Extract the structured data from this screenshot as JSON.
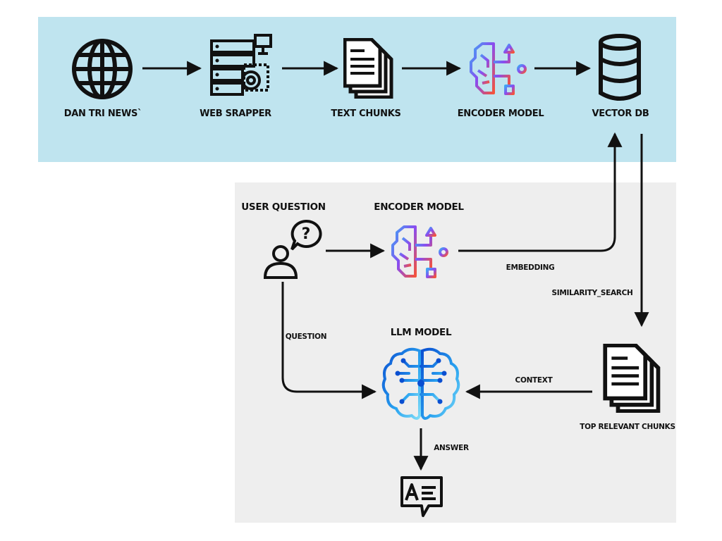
{
  "colors": {
    "ingest_panel": "#bfe4ef",
    "query_panel": "#eeeeee",
    "stroke": "#111111",
    "encoder_gradient": [
      "#3fa7f5",
      "#8a4cf0",
      "#f5533a"
    ],
    "llm_gradient": [
      "#0a4fd1",
      "#29a3f0",
      "#7fdcf7"
    ]
  },
  "pipeline": {
    "nodes": [
      {
        "label": "DAN TRI NEWS`",
        "icon": "globe-icon"
      },
      {
        "label": "WEB SRAPPER",
        "icon": "server-gear-icon"
      },
      {
        "label": "TEXT CHUNKS",
        "icon": "documents-icon"
      },
      {
        "label": "ENCODER MODEL",
        "icon": "encoder-icon"
      },
      {
        "label": "VECTOR DB",
        "icon": "database-icon"
      }
    ]
  },
  "query": {
    "user_question": {
      "label": "USER QUESTION",
      "icon": "user-question-icon"
    },
    "encoder": {
      "label": "ENCODER MODEL",
      "icon": "encoder-icon"
    },
    "llm": {
      "label": "LLM MODEL",
      "icon": "brain-circuit-icon"
    },
    "top_chunks": {
      "label": "TOP RELEVANT CHUNKS",
      "icon": "documents-icon"
    },
    "answer": {
      "icon": "answer-bubble-icon"
    }
  },
  "edges": {
    "embedding": "EMBEDDING",
    "similarity_search": "SIMILARITY_SEARCH",
    "question": "QUESTION",
    "context": "CONTEXT",
    "answer": "ANSWER"
  }
}
